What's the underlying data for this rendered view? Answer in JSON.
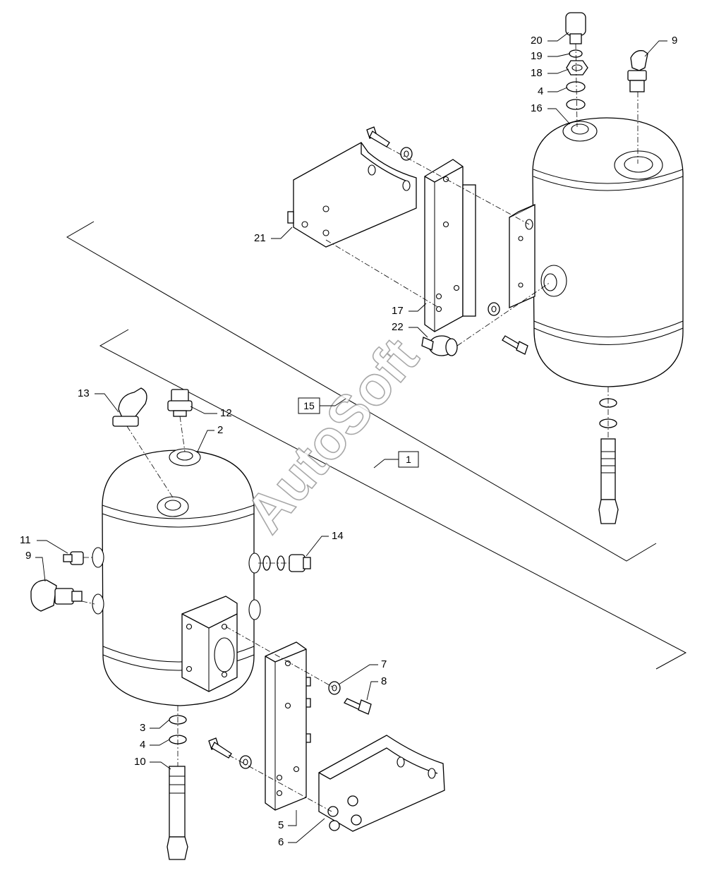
{
  "watermark": "AutoSoft",
  "assembly_labels": {
    "upper": "15",
    "lower": "1"
  },
  "callouts": {
    "c20": "20",
    "c19": "19",
    "c18": "18",
    "c4_top": "4",
    "c16": "16",
    "c9_top": "9",
    "c21": "21",
    "c17": "17",
    "c22": "22",
    "c13": "13",
    "c12": "12",
    "c2": "2",
    "c11": "11",
    "c9_left": "9",
    "c14": "14",
    "c7": "7",
    "c8": "8",
    "c3": "3",
    "c4_bottom": "4",
    "c10": "10",
    "c5": "5",
    "c6": "6"
  }
}
